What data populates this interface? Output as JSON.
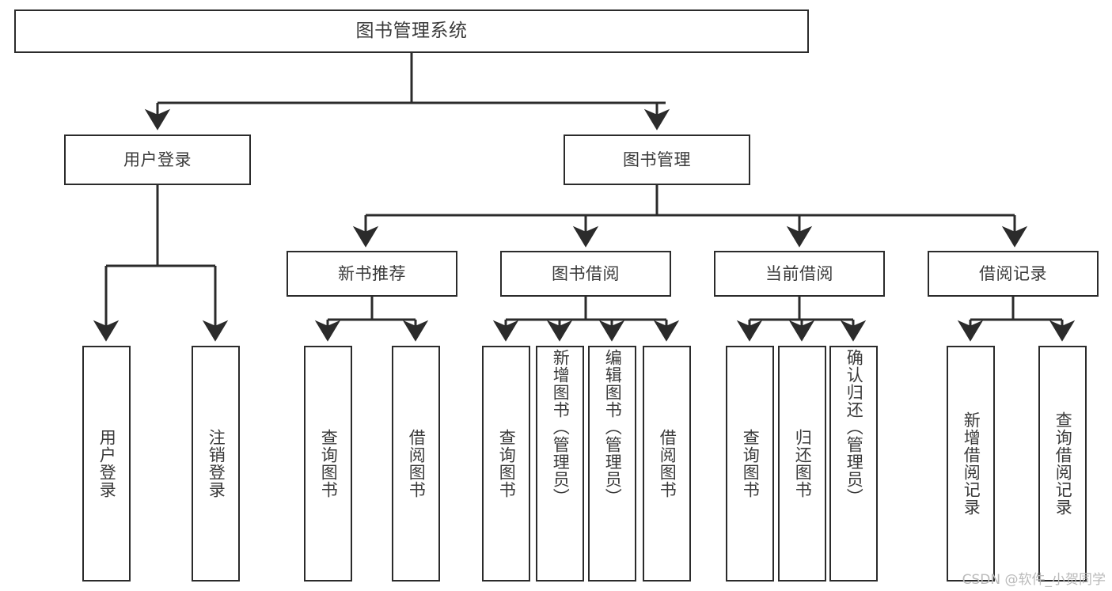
{
  "diagram": {
    "type": "tree-hierarchy",
    "title": "图书管理系统",
    "root": {
      "label": "图书管理系统"
    },
    "level1": [
      {
        "id": "user-login",
        "label": "用户登录"
      },
      {
        "id": "book-manage",
        "label": "图书管理"
      }
    ],
    "level2": [
      {
        "id": "new-book",
        "label": "新书推荐"
      },
      {
        "id": "borrow",
        "label": "图书借阅"
      },
      {
        "id": "current",
        "label": "当前借阅"
      },
      {
        "id": "record",
        "label": "借阅记录"
      }
    ],
    "leaves": {
      "user-login": [
        {
          "id": "user-login-action",
          "label": "用户登录"
        },
        {
          "id": "user-logout-action",
          "label": "注销登录"
        }
      ],
      "new-book": [
        {
          "id": "newbook-query",
          "label": "查询图书"
        },
        {
          "id": "newbook-borrow",
          "label": "借阅图书"
        }
      ],
      "borrow": [
        {
          "id": "borrow-query",
          "label": "查询图书"
        },
        {
          "id": "borrow-add",
          "label": "新增图书（管理员）"
        },
        {
          "id": "borrow-edit",
          "label": "编辑图书（管理员）"
        },
        {
          "id": "borrow-lend",
          "label": "借阅图书"
        }
      ],
      "current": [
        {
          "id": "current-query",
          "label": "查询图书"
        },
        {
          "id": "current-return",
          "label": "归还图书"
        },
        {
          "id": "current-confirm",
          "label": "确认归还（管理员）"
        }
      ],
      "record": [
        {
          "id": "record-add",
          "label": "新增借阅记录"
        },
        {
          "id": "record-query",
          "label": "查询借阅记录"
        }
      ]
    }
  },
  "watermark": {
    "text": "CSDN @软件_小贺同学"
  },
  "colors": {
    "stroke": "#2b2b2b",
    "text": "#3a3a3a",
    "background": "#ffffff",
    "watermark": "#b9b9b9"
  }
}
